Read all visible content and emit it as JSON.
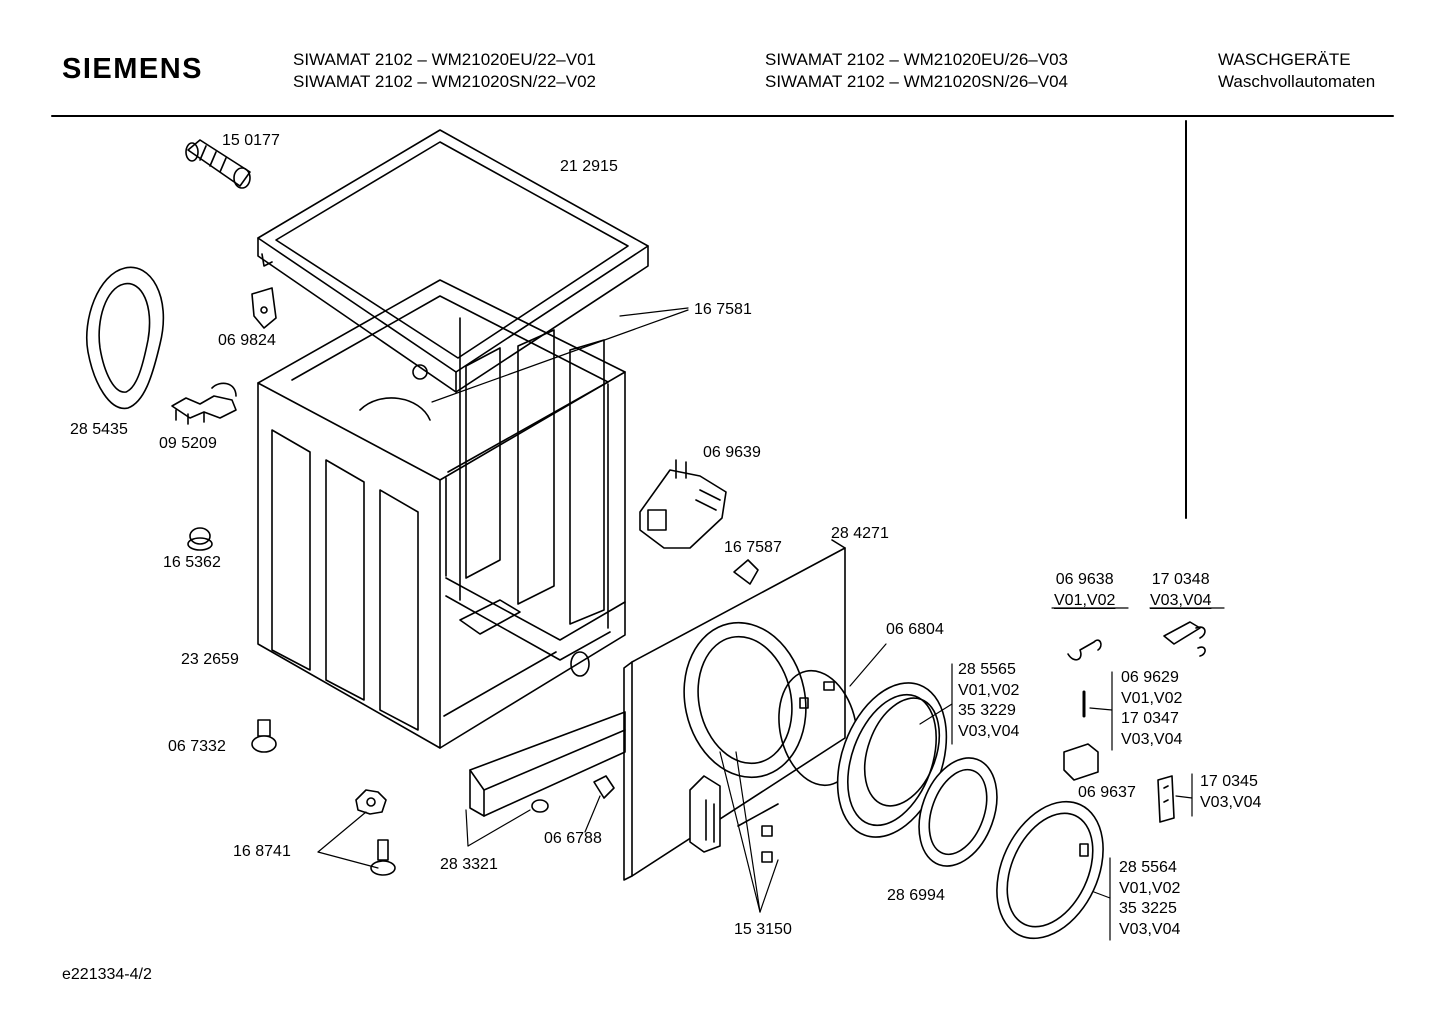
{
  "header": {
    "brand": "SIEMENS",
    "models_left": [
      "SIWAMAT 2102 – WM21020EU/22–V01",
      "SIWAMAT 2102 – WM21020SN/22–V02"
    ],
    "models_right": [
      "SIWAMAT 2102 – WM21020EU/26–V03",
      "SIWAMAT 2102 – WM21020SN/26–V04"
    ],
    "category": [
      "WASCHGERÄTE",
      "Waschvollautomaten"
    ]
  },
  "parts": {
    "p150177": "15 0177",
    "p212915": "21 2915",
    "p167581": "16 7581",
    "p069824": "06 9824",
    "p285435": "28 5435",
    "p095209": "09 5209",
    "p069639": "06 9639",
    "p165362": "16 5362",
    "p167587": "16 7587",
    "p284271": "28 4271",
    "p232659": "23 2659",
    "p066804": "06 6804",
    "p067332": "06 7332",
    "p066788": "06 6788",
    "p168741": "16 8741",
    "p283321": "28 3321",
    "p286994": "28 6994",
    "p153150": "15 3150",
    "p069637": "06 9637"
  },
  "variant_groups": {
    "g069638": [
      "06 9638",
      "V01,V02"
    ],
    "g170348": [
      "17 0348",
      "V03,V04"
    ],
    "g285565": [
      "28 5565",
      "V01,V02",
      "35 3229",
      "V03,V04"
    ],
    "g069629": [
      "06 9629",
      "V01,V02",
      "17 0347",
      "V03,V04"
    ],
    "g170345": [
      "17 0345",
      "V03,V04"
    ],
    "g285564": [
      "28 5564",
      "V01,V02",
      "35 3225",
      "V03,V04"
    ]
  },
  "footer": {
    "drawing_id": "e221334-4/2"
  }
}
